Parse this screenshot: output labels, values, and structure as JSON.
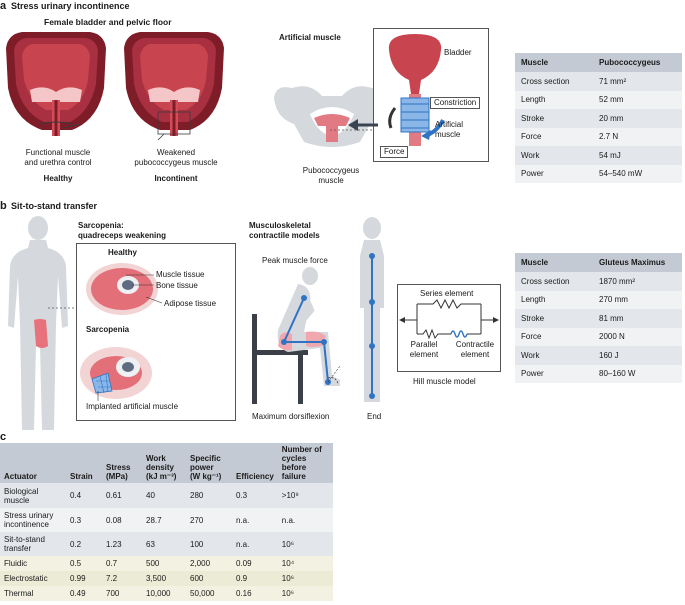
{
  "panel_a": {
    "letter": "a",
    "title": "Stress urinary incontinence",
    "subtitle": "Female bladder and pelvic floor",
    "left_label_line1": "Functional muscle",
    "left_label_line2": "and urethra control",
    "left_caption": "Healthy",
    "right_label_line1": "Weakened",
    "right_label_line2": "pubococcygeus muscle",
    "right_caption": "Incontinent",
    "artificial_title": "Artificial muscle",
    "bladder": "Bladder",
    "constriction": "Constriction",
    "artificial_line1": "Artificial",
    "artificial_line2": "muscle",
    "force": "Force",
    "pubo_line1": "Pubococcygeus",
    "pubo_line2": "muscle",
    "table": {
      "headers": [
        "Muscle",
        "Pubococcygeus"
      ],
      "rows": [
        [
          "Cross section",
          "71 mm²"
        ],
        [
          "Length",
          "52 mm"
        ],
        [
          "Stroke",
          "20 mm"
        ],
        [
          "Force",
          "2.7 N"
        ],
        [
          "Work",
          "54 mJ"
        ],
        [
          "Power",
          "54–540 mW"
        ]
      ]
    }
  },
  "panel_b": {
    "letter": "b",
    "title": "Sit-to-stand transfer",
    "sarc_title_line1": "Sarcopenia:",
    "sarc_title_line2": "quadreceps weakening",
    "healthy": "Healthy",
    "muscle_tissue": "Muscle tissue",
    "bone_tissue": "Bone tissue",
    "adipose_tissue": "Adipose tissue",
    "sarcopenia": "Sarcopenia",
    "implanted": "Implanted artificial muscle",
    "musc_title_line1": "Musculoskeletal",
    "musc_title_line2": "contractile models",
    "peak_force": "Peak muscle force",
    "max_dorsi": "Maximum dorsiflexion",
    "end": "End",
    "series_element": "Series element",
    "parallel_line1": "Parallel",
    "parallel_line2": "element",
    "contractile_line1": "Contractile",
    "contractile_line2": "element",
    "hill": "Hill muscle model",
    "table": {
      "headers": [
        "Muscle",
        "Gluteus Maximus"
      ],
      "rows": [
        [
          "Cross section",
          "1870 mm²"
        ],
        [
          "Length",
          "270 mm"
        ],
        [
          "Stroke",
          "81 mm"
        ],
        [
          "Force",
          "2000 N"
        ],
        [
          "Work",
          "160 J"
        ],
        [
          "Power",
          "80–160 W"
        ]
      ]
    }
  },
  "panel_c": {
    "letter": "c",
    "headers": [
      "Actuator",
      "Strain",
      "Stress\n(MPa)",
      "Work\ndensity\n(kJ m⁻³)",
      "Specific\npower\n(W kg⁻¹)",
      "Efficiency",
      "Number of\ncycles before\nfailure"
    ],
    "rows": [
      [
        "Biological\nmuscle",
        "0.4",
        "0.61",
        "40",
        "280",
        "0.3",
        ">10⁹"
      ],
      [
        "Stress urinary\nincontinence",
        "0.3",
        "0.08",
        "28.7",
        "270",
        "n.a.",
        "n.a."
      ],
      [
        "Sit-to-stand\ntransfer",
        "0.2",
        "1.23",
        "63",
        "100",
        "n.a.",
        "10⁶"
      ],
      [
        "Fluidic",
        "0.5",
        "0.7",
        "500",
        "2,000",
        "0.09",
        "10⁴"
      ],
      [
        "Electrostatic",
        "0.99",
        "7.2",
        "3,500",
        "600",
        "0.9",
        "10⁶"
      ],
      [
        "Thermal",
        "0.49",
        "700",
        "10,000",
        "50,000",
        "0.16",
        "10⁶"
      ]
    ]
  },
  "colors": {
    "header_gray": "#c4cad3",
    "row_gray": "#e3e6ea",
    "muscle_red": "#c8444f",
    "dark_red": "#7e1d28",
    "accent_blue": "#2f73c4",
    "bone_gray": "#d5d9de"
  }
}
